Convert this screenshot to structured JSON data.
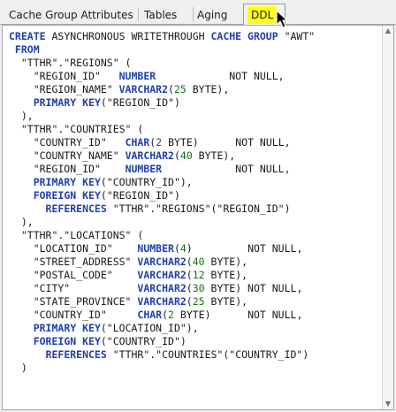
{
  "tabs": [
    {
      "label": "Cache Group Attributes",
      "active": false
    },
    {
      "label": "Tables",
      "active": false
    },
    {
      "label": "Aging",
      "active": false
    },
    {
      "label": "DDL",
      "active": true
    }
  ],
  "active_tab_highlight_color": "#ffff1a",
  "editor": {
    "keyword_color": "#1f3fae",
    "number_color": "#1a6f1a",
    "lines": [
      [
        {
          "t": "CREATE",
          "k": "keyword"
        },
        {
          "t": " ASYNCHRONOUS WRITETHROUGH ",
          "k": "plain"
        },
        {
          "t": "CACHE GROUP",
          "k": "keyword"
        },
        {
          "t": " \"AWT\"",
          "k": "plain"
        }
      ],
      [
        {
          "t": " FROM",
          "k": "keyword"
        }
      ],
      [
        {
          "t": "  \"TTHR\".\"REGIONS\" (",
          "k": "plain"
        }
      ],
      [
        {
          "t": "    \"REGION_ID\"   ",
          "k": "plain"
        },
        {
          "t": "NUMBER",
          "k": "type"
        },
        {
          "t": "            NOT NULL,",
          "k": "plain"
        }
      ],
      [
        {
          "t": "    \"REGION_NAME\" ",
          "k": "plain"
        },
        {
          "t": "VARCHAR2",
          "k": "type"
        },
        {
          "t": "(",
          "k": "plain"
        },
        {
          "t": "25",
          "k": "number"
        },
        {
          "t": " BYTE),",
          "k": "plain"
        }
      ],
      [
        {
          "t": "    ",
          "k": "plain"
        },
        {
          "t": "PRIMARY KEY",
          "k": "keyword"
        },
        {
          "t": "(\"REGION_ID\")",
          "k": "plain"
        }
      ],
      [
        {
          "t": "  ),",
          "k": "plain"
        }
      ],
      [
        {
          "t": "  \"TTHR\".\"COUNTRIES\" (",
          "k": "plain"
        }
      ],
      [
        {
          "t": "    \"COUNTRY_ID\"   ",
          "k": "plain"
        },
        {
          "t": "CHAR",
          "k": "type"
        },
        {
          "t": "(",
          "k": "plain"
        },
        {
          "t": "2",
          "k": "number"
        },
        {
          "t": " BYTE)      NOT NULL,",
          "k": "plain"
        }
      ],
      [
        {
          "t": "    \"COUNTRY_NAME\" ",
          "k": "plain"
        },
        {
          "t": "VARCHAR2",
          "k": "type"
        },
        {
          "t": "(",
          "k": "plain"
        },
        {
          "t": "40",
          "k": "number"
        },
        {
          "t": " BYTE),",
          "k": "plain"
        }
      ],
      [
        {
          "t": "    \"REGION_ID\"    ",
          "k": "plain"
        },
        {
          "t": "NUMBER",
          "k": "type"
        },
        {
          "t": "            NOT NULL,",
          "k": "plain"
        }
      ],
      [
        {
          "t": "    ",
          "k": "plain"
        },
        {
          "t": "PRIMARY KEY",
          "k": "keyword"
        },
        {
          "t": "(\"COUNTRY_ID\"),",
          "k": "plain"
        }
      ],
      [
        {
          "t": "    ",
          "k": "plain"
        },
        {
          "t": "FOREIGN KEY",
          "k": "keyword"
        },
        {
          "t": "(\"REGION_ID\")",
          "k": "plain"
        }
      ],
      [
        {
          "t": "      ",
          "k": "plain"
        },
        {
          "t": "REFERENCES",
          "k": "keyword"
        },
        {
          "t": " \"TTHR\".\"REGIONS\"(\"REGION_ID\")",
          "k": "plain"
        }
      ],
      [
        {
          "t": "  ),",
          "k": "plain"
        }
      ],
      [
        {
          "t": "  \"TTHR\".\"LOCATIONS\" (",
          "k": "plain"
        }
      ],
      [
        {
          "t": "    \"LOCATION_ID\"    ",
          "k": "plain"
        },
        {
          "t": "NUMBER",
          "k": "type"
        },
        {
          "t": "(",
          "k": "plain"
        },
        {
          "t": "4",
          "k": "number"
        },
        {
          "t": ")         NOT NULL,",
          "k": "plain"
        }
      ],
      [
        {
          "t": "    \"STREET_ADDRESS\" ",
          "k": "plain"
        },
        {
          "t": "VARCHAR2",
          "k": "type"
        },
        {
          "t": "(",
          "k": "plain"
        },
        {
          "t": "40",
          "k": "number"
        },
        {
          "t": " BYTE),",
          "k": "plain"
        }
      ],
      [
        {
          "t": "    \"POSTAL_CODE\"    ",
          "k": "plain"
        },
        {
          "t": "VARCHAR2",
          "k": "type"
        },
        {
          "t": "(",
          "k": "plain"
        },
        {
          "t": "12",
          "k": "number"
        },
        {
          "t": " BYTE),",
          "k": "plain"
        }
      ],
      [
        {
          "t": "    \"CITY\"           ",
          "k": "plain"
        },
        {
          "t": "VARCHAR2",
          "k": "type"
        },
        {
          "t": "(",
          "k": "plain"
        },
        {
          "t": "30",
          "k": "number"
        },
        {
          "t": " BYTE) NOT NULL,",
          "k": "plain"
        }
      ],
      [
        {
          "t": "    \"STATE_PROVINCE\" ",
          "k": "plain"
        },
        {
          "t": "VARCHAR2",
          "k": "type"
        },
        {
          "t": "(",
          "k": "plain"
        },
        {
          "t": "25",
          "k": "number"
        },
        {
          "t": " BYTE),",
          "k": "plain"
        }
      ],
      [
        {
          "t": "    \"COUNTRY_ID\"     ",
          "k": "plain"
        },
        {
          "t": "CHAR",
          "k": "type"
        },
        {
          "t": "(",
          "k": "plain"
        },
        {
          "t": "2",
          "k": "number"
        },
        {
          "t": " BYTE)      NOT NULL,",
          "k": "plain"
        }
      ],
      [
        {
          "t": "    ",
          "k": "plain"
        },
        {
          "t": "PRIMARY KEY",
          "k": "keyword"
        },
        {
          "t": "(\"LOCATION_ID\"),",
          "k": "plain"
        }
      ],
      [
        {
          "t": "    ",
          "k": "plain"
        },
        {
          "t": "FOREIGN KEY",
          "k": "keyword"
        },
        {
          "t": "(\"COUNTRY_ID\")",
          "k": "plain"
        }
      ],
      [
        {
          "t": "      ",
          "k": "plain"
        },
        {
          "t": "REFERENCES",
          "k": "keyword"
        },
        {
          "t": " \"TTHR\".\"COUNTRIES\"(\"COUNTRY_ID\")",
          "k": "plain"
        }
      ],
      [
        {
          "t": "  )",
          "k": "plain"
        }
      ]
    ]
  }
}
